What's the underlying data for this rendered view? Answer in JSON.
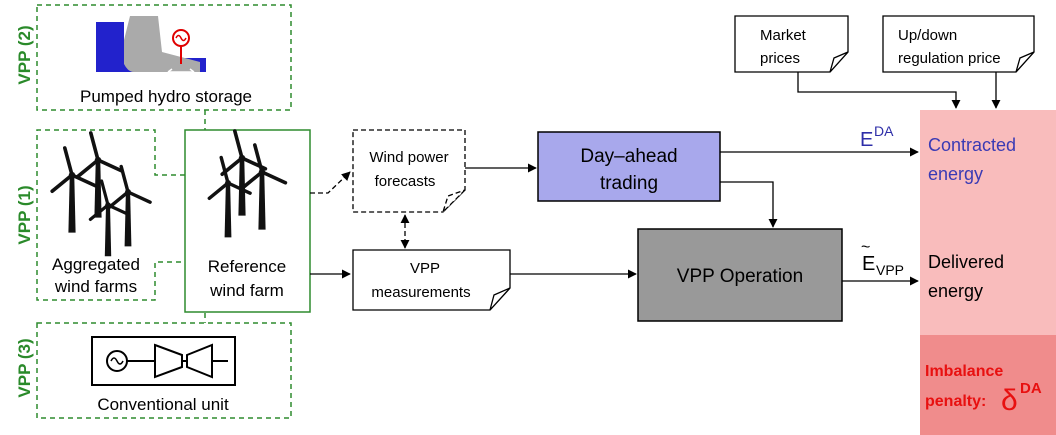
{
  "vpp_labels": {
    "vpp2": "VPP (2)",
    "vpp1": "VPP (1)",
    "vpp3": "VPP (3)"
  },
  "units": {
    "hydro": "Pumped hydro storage",
    "aggregated": [
      "Aggregated",
      "wind farms"
    ],
    "reference": [
      "Reference",
      "wind farm"
    ],
    "conventional": "Conventional unit"
  },
  "docs": {
    "market_prices": [
      "Market",
      "prices"
    ],
    "regulation_price": [
      "Up/down",
      "regulation price"
    ],
    "wind_forecasts": [
      "Wind power",
      "forecasts"
    ],
    "measurements": [
      "VPP",
      "measurements"
    ]
  },
  "processes": {
    "day_ahead": [
      "Day–ahead",
      "trading"
    ],
    "operation": "VPP Operation"
  },
  "signals": {
    "e_da_base": "E",
    "e_da_sup": "DA",
    "e_vpp_base": "E",
    "e_vpp_tilde": "~",
    "e_vpp_sub": "VPP"
  },
  "result": {
    "contracted": [
      "Contracted",
      "energy"
    ],
    "delivered": [
      "Delivered",
      "energy"
    ],
    "imbalance": [
      "Imbalance",
      "penalty:"
    ],
    "delta": "δ",
    "delta_sup": "DA"
  },
  "colors": {
    "vpp_green": "#2a8a2a",
    "dashed_green": "#2e8b2e",
    "day_ahead_fill": "#a8a8ec",
    "operation_fill": "#999999",
    "result_light": "#f9bcbc",
    "result_dark": "#f08c8c",
    "contracted_text": "#3a3ab4",
    "penalty_text": "#e81010",
    "hydro_blue": "#2222cc"
  }
}
